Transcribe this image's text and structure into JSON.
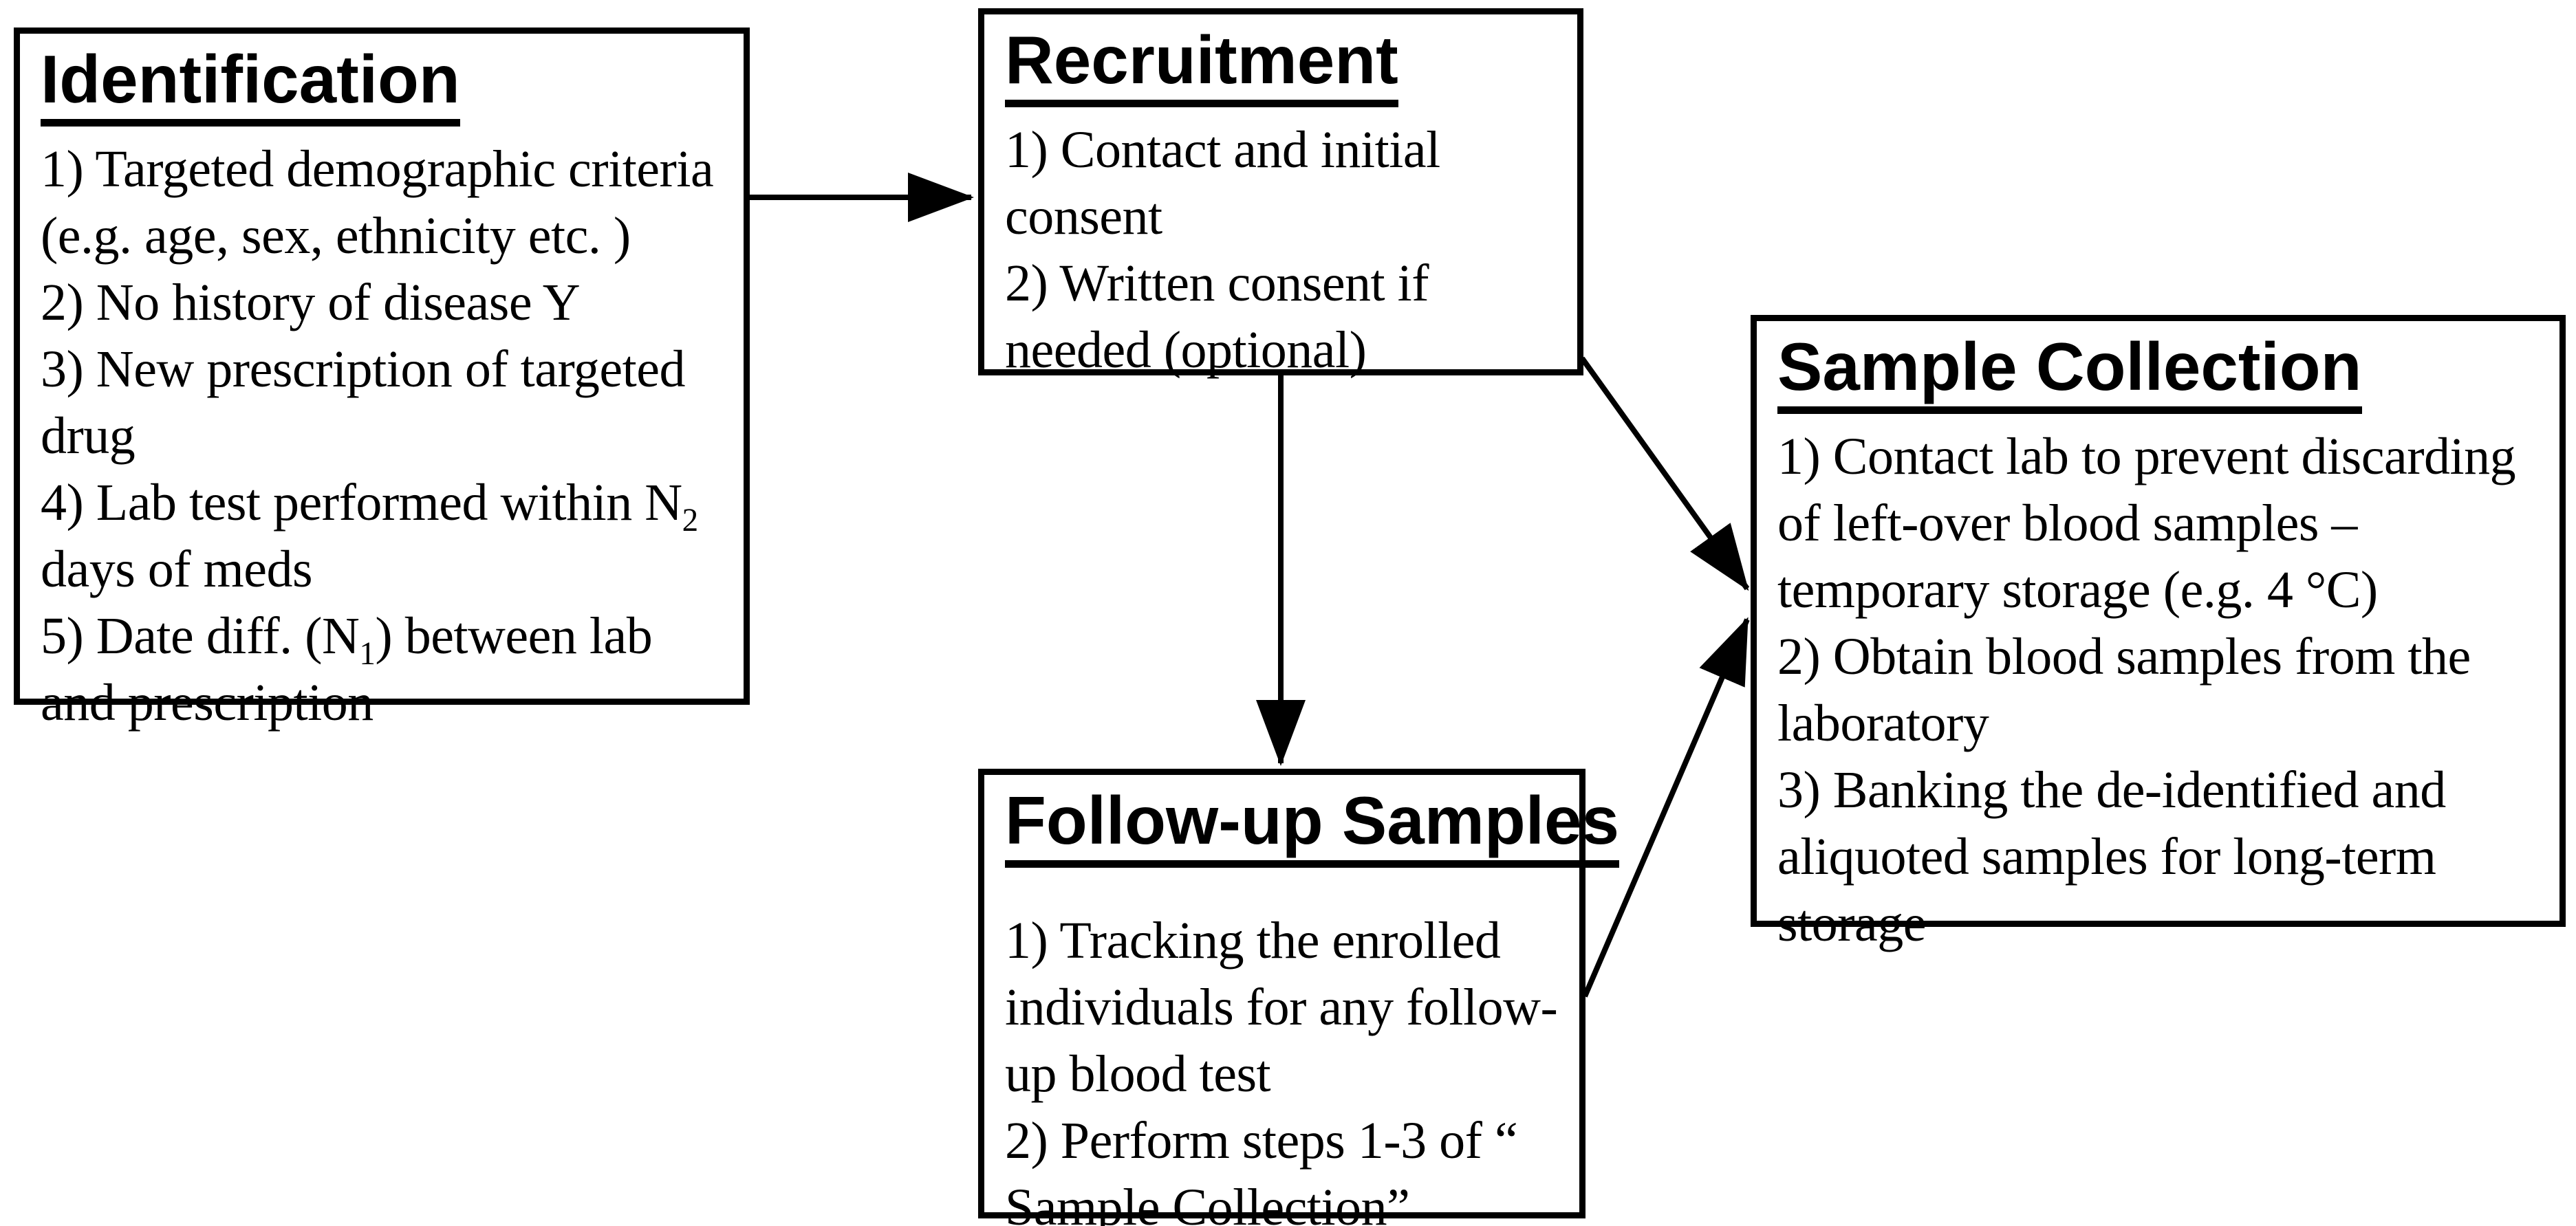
{
  "page": {
    "background_color": "#ffffff",
    "ink_color": "#000000"
  },
  "boxes": {
    "identification": {
      "title": "Identification",
      "lines": [
        "1) Targeted demographic criteria",
        "(e.g. age, sex, ethnicity etc. )",
        "2) No history of disease Y",
        "3) New prescription of targeted",
        "drug",
        "4) Lab test performed within N_2",
        "days of meds",
        "5) Date diff. (N_1) between lab",
        "and prescription"
      ]
    },
    "recruitment": {
      "title": "Recruitment",
      "lines": [
        "1) Contact and initial",
        "consent",
        "2) Written consent if",
        "needed (optional)"
      ]
    },
    "follow_up_samples": {
      "title": "Follow-up Samples",
      "lines": [
        "1) Tracking the enrolled",
        "individuals for any follow-",
        "up blood test",
        "2) Perform steps 1-3 of “",
        "Sample Collection”"
      ]
    },
    "sample_collection": {
      "title": "Sample Collection",
      "lines": [
        "1) Contact lab to prevent discarding",
        "of left-over blood samples –",
        "temporary storage (e.g. 4 °C)",
        "2) Obtain blood samples from the",
        "laboratory",
        "3) Banking the de-identified and",
        "aliquoted samples for long-term",
        "storage"
      ]
    }
  },
  "arrows": [
    {
      "from": "identification",
      "to": "recruitment",
      "shape": "horizontal"
    },
    {
      "from": "recruitment",
      "to": "follow_up_samples",
      "shape": "vertical"
    },
    {
      "from": "recruitment",
      "to": "sample_collection",
      "shape": "diagonal-down"
    },
    {
      "from": "follow_up_samples",
      "to": "sample_collection",
      "shape": "diagonal-up"
    }
  ]
}
